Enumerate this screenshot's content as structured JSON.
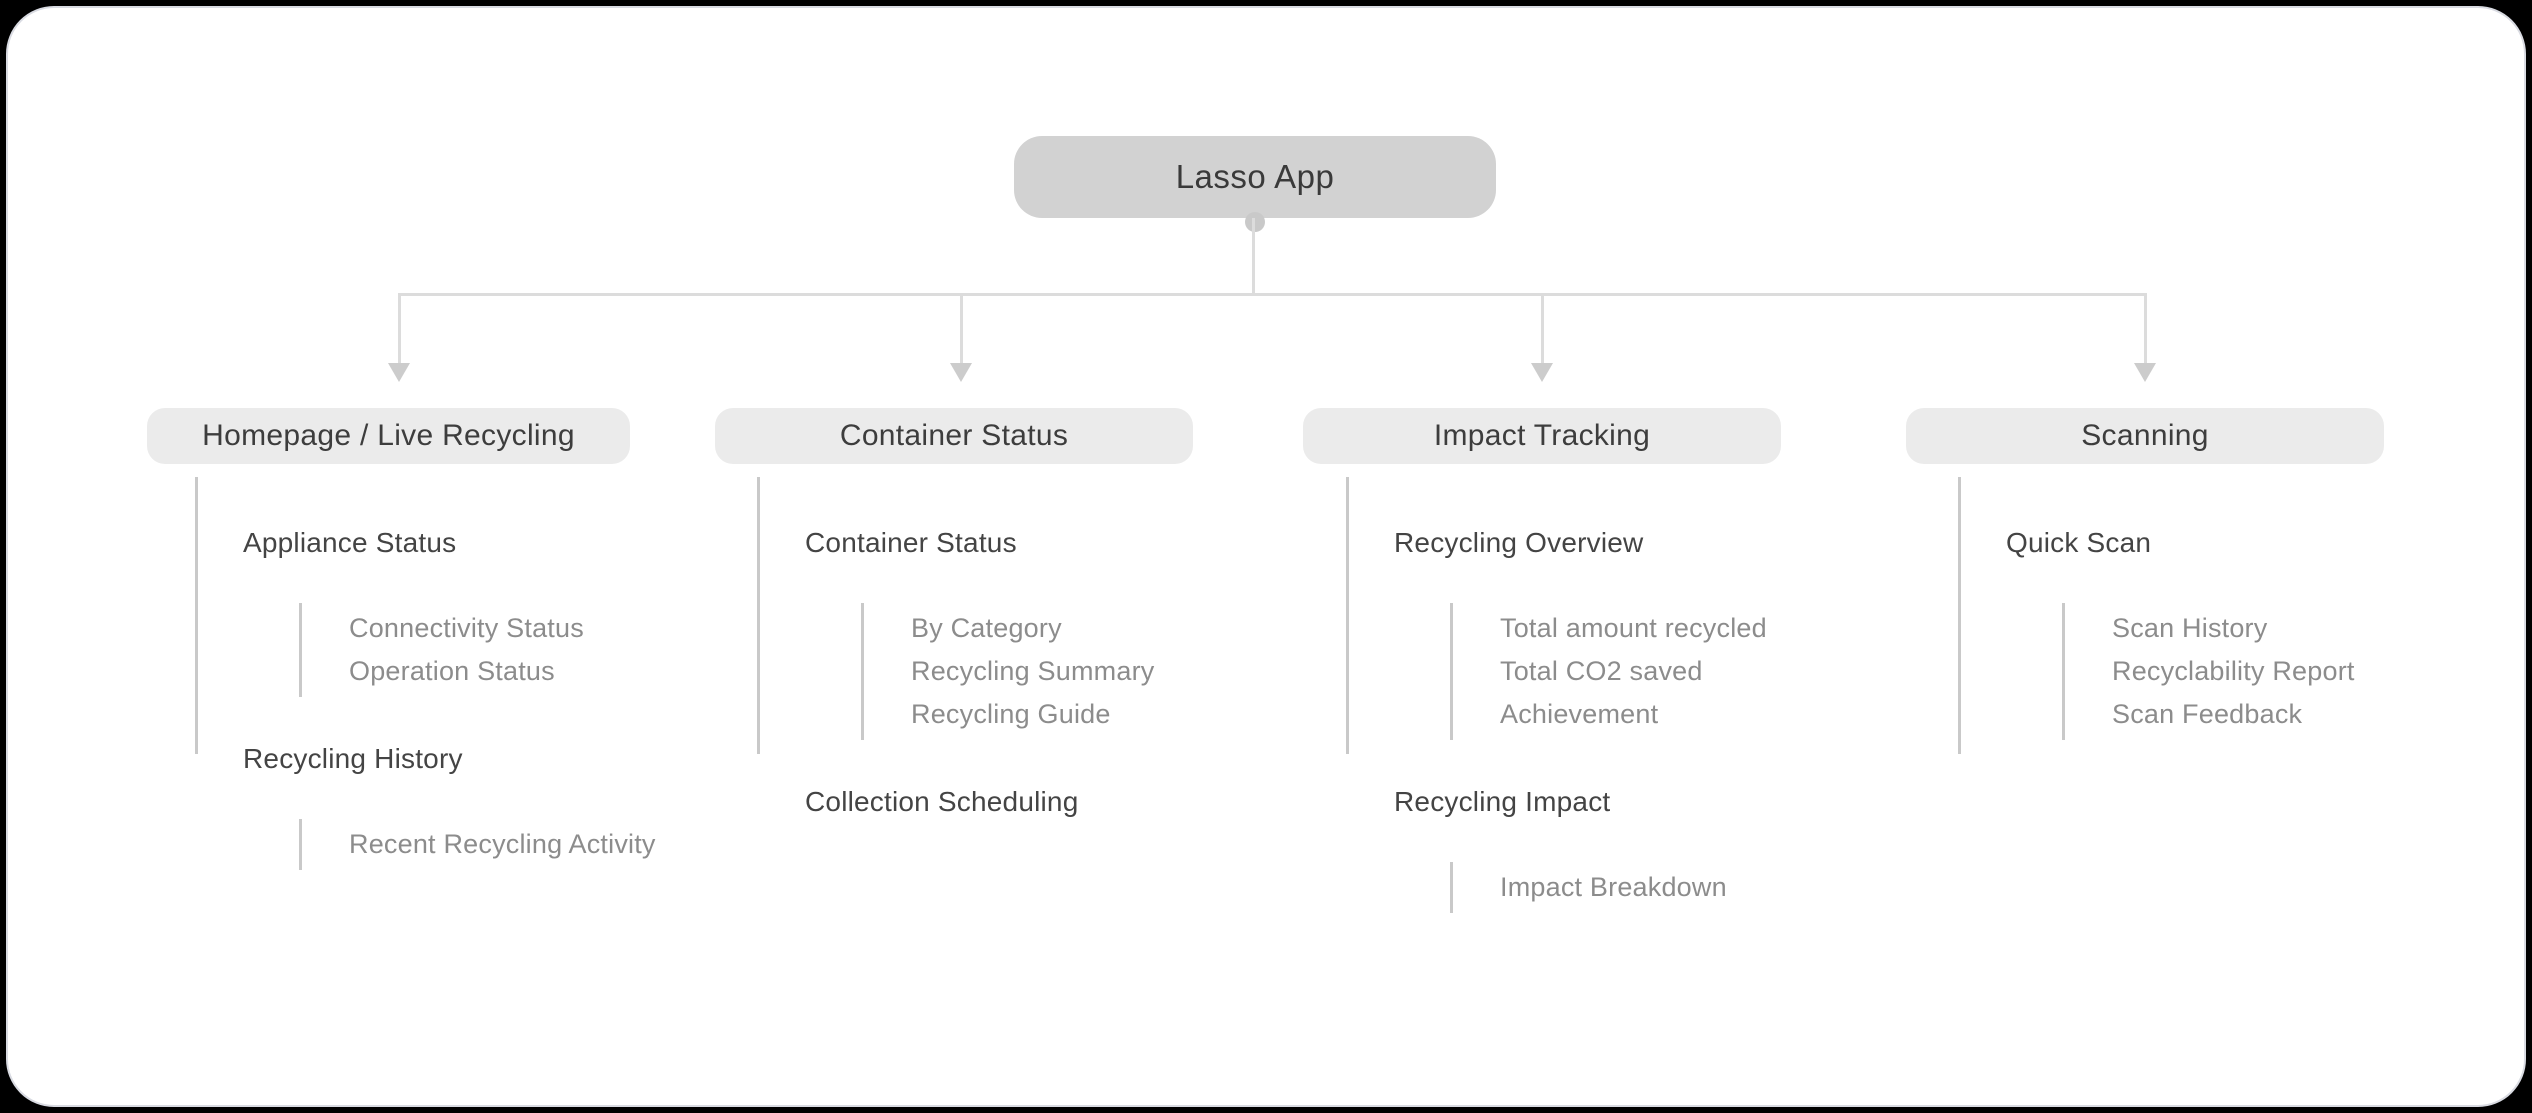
{
  "root": {
    "label": "Lasso App"
  },
  "columns": [
    {
      "title": "Homepage / Live Recycling",
      "sections": [
        {
          "label": "Appliance Status",
          "items": [
            "Connectivity Status",
            "Operation Status"
          ]
        },
        {
          "label": "Recycling History",
          "items": [
            "Recent Recycling Activity"
          ]
        }
      ]
    },
    {
      "title": "Container Status",
      "sections": [
        {
          "label": "Container Status",
          "items": [
            "By Category",
            "Recycling Summary",
            "Recycling Guide"
          ]
        },
        {
          "label": "Collection Scheduling",
          "items": []
        }
      ]
    },
    {
      "title": "Impact Tracking",
      "sections": [
        {
          "label": "Recycling Overview",
          "items": [
            "Total amount recycled",
            "Total CO2 saved",
            "Achievement"
          ]
        },
        {
          "label": "Recycling Impact",
          "items": [
            "Impact Breakdown"
          ]
        }
      ]
    },
    {
      "title": "Scanning",
      "sections": [
        {
          "label": "Quick Scan",
          "items": [
            "Scan History",
            "Recyclability Report",
            "Scan Feedback"
          ]
        }
      ]
    }
  ],
  "colors": {
    "page_background": "#000000",
    "card_background": "#ffffff",
    "root_node_fill": "#d2d2d2",
    "branch_pill_fill": "#ebebeb",
    "connector_line": "#dcdcdc",
    "indent_guide_line": "#c9c9c9",
    "arrowhead": "#cccccc",
    "heading_text": "#444444",
    "item_text": "#8c8c8c",
    "node_text": "#3a3a3a"
  }
}
